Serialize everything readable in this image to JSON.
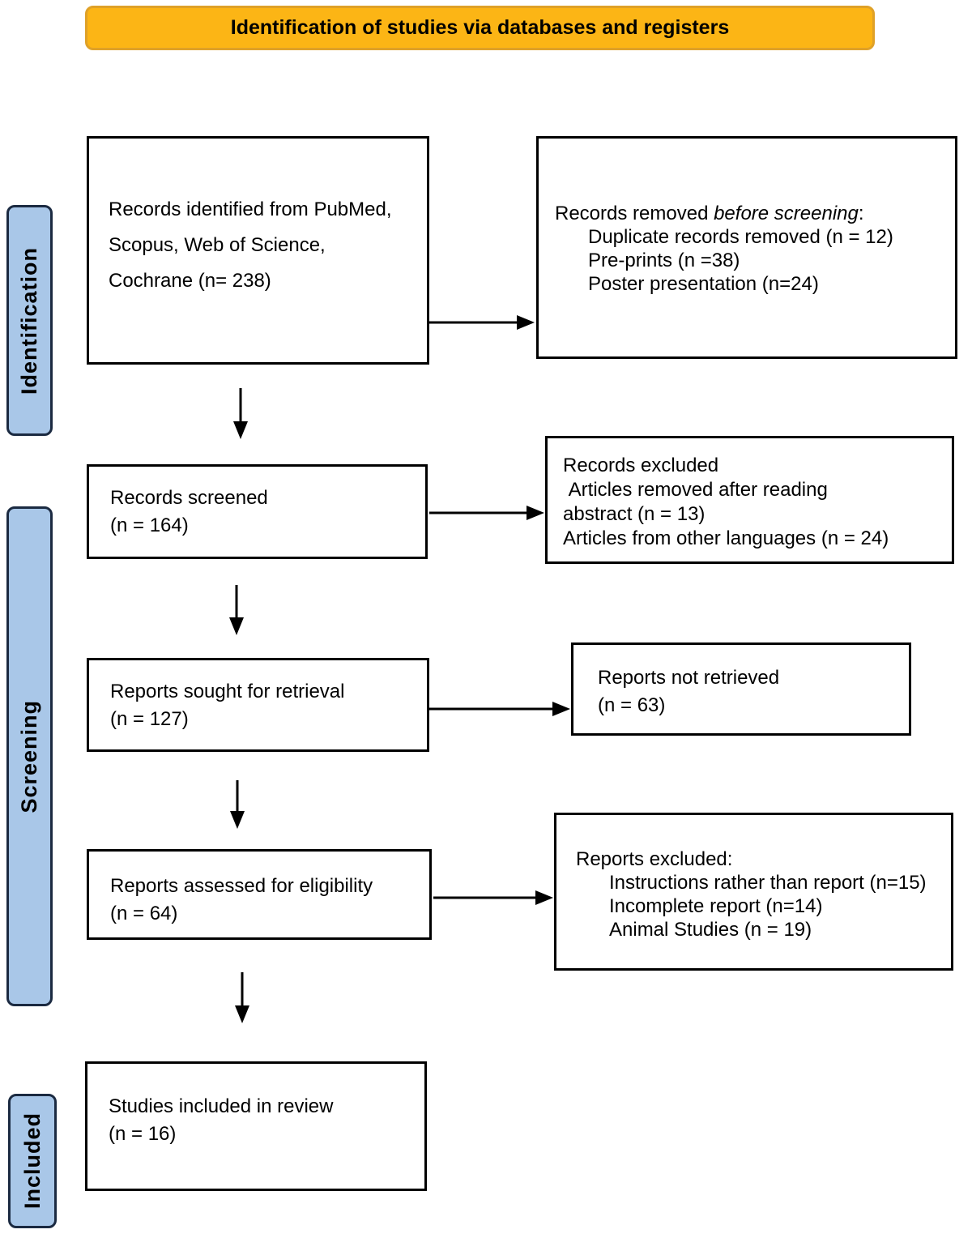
{
  "colors": {
    "banner_fill": "#FCB515",
    "banner_border": "#DFA128",
    "stage_fill": "#A9C7E8",
    "stage_border": "#1B2A41"
  },
  "banner": {
    "label": "Identification of studies via databases and registers"
  },
  "stages": {
    "identification": "Identification",
    "screening": "Screening",
    "included": "Included"
  },
  "boxes": {
    "records_identified": {
      "lines": [
        "Records identified from PubMed,",
        "Scopus, Web of Science,",
        "Cochrane (n= 238)"
      ]
    },
    "records_removed": {
      "intro_prefix": "Records removed ",
      "intro_italic": "before screening",
      "intro_suffix": ":",
      "items": [
        "Duplicate records removed (n = 12)",
        "Pre-prints (n =38)",
        "Poster presentation (n=24)"
      ]
    },
    "records_screened": {
      "lines": [
        "Records screened",
        "(n = 164)"
      ]
    },
    "records_excluded": {
      "lines": [
        "Records excluded",
        " Articles removed after reading",
        "abstract (n = 13)",
        "Articles from other languages (n = 24)"
      ]
    },
    "reports_sought": {
      "lines": [
        "Reports sought for retrieval",
        "(n = 127)"
      ]
    },
    "reports_not_retrieved": {
      "lines": [
        "Reports not retrieved",
        "(n = 63)"
      ]
    },
    "reports_assessed": {
      "lines": [
        "Reports assessed for eligibility",
        "(n = 64)"
      ]
    },
    "reports_excluded": {
      "title": "Reports excluded:",
      "items": [
        "Instructions rather than report (n=15)",
        "Incomplete report (n=14)",
        "Animal Studies (n = 19)"
      ]
    },
    "studies_included": {
      "lines": [
        "Studies included in review",
        "(n = 16)"
      ]
    }
  }
}
